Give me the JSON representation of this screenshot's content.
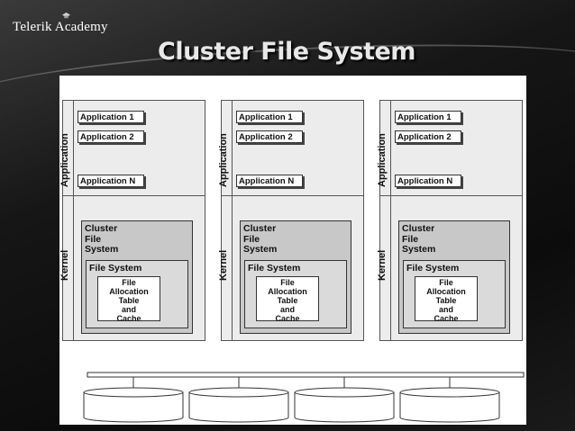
{
  "brand": {
    "name": "Telerik Academy"
  },
  "slide": {
    "title": "Cluster File System"
  },
  "diagram": {
    "layers": {
      "application": "Application",
      "kernel": "Kernel"
    },
    "apps": [
      "Application 1",
      "Application 2",
      "Application N"
    ],
    "cluster_fs": "Cluster\nFile\nSystem",
    "file_system": "File System",
    "fat": "File\nAllocation\nTable\nand\nCache",
    "node_count": 3,
    "disk_count": 4
  },
  "icons": {
    "brand_hat": "graduation-cap-icon"
  }
}
